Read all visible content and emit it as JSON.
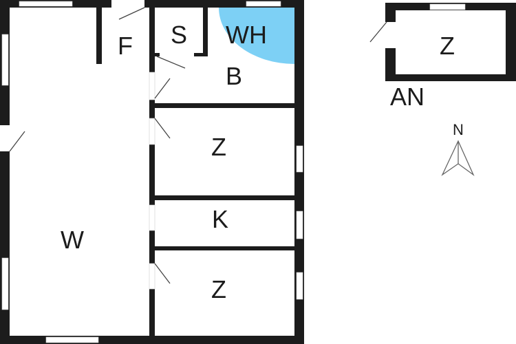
{
  "plan": {
    "rooms": {
      "w": "W",
      "f": "F",
      "s": "S",
      "wh": "WH",
      "b": "B",
      "z1": "Z",
      "k": "K",
      "z2": "Z",
      "annex_z": "Z"
    },
    "annex_label": "AN",
    "north_label": "N",
    "colors": {
      "wall": "#1c1c1c",
      "shower": "#7dd0f5"
    }
  }
}
